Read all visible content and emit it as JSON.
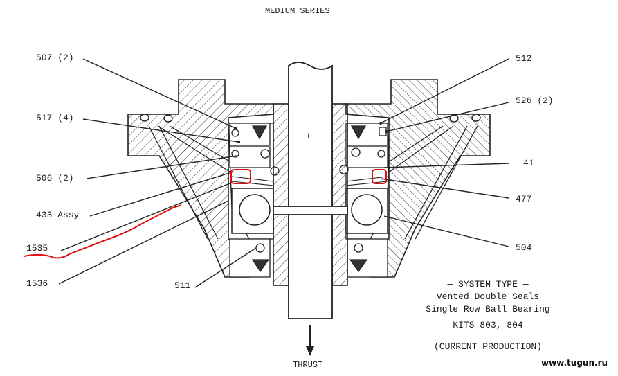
{
  "diagram": {
    "title": "MEDIUM SERIES",
    "left_labels": [
      "507 (2)",
      "517 (4)",
      "506 (2)",
      "433 Assy",
      "1535",
      "1536"
    ],
    "right_labels": [
      "512",
      "526 (2)",
      "41",
      "477",
      "504"
    ],
    "bottom_label_511": "511",
    "shaft_mark": "L",
    "thrust_label": "THRUST",
    "system_type": {
      "heading": "— SYSTEM TYPE —",
      "line1": "Vented Double Seals",
      "line2": "Single Row Ball Bearing",
      "kits": "KITS 803, 804",
      "production": "(CURRENT PRODUCTION)"
    },
    "watermark": "www.tugun.ru",
    "highlight_color": "#e01010"
  }
}
